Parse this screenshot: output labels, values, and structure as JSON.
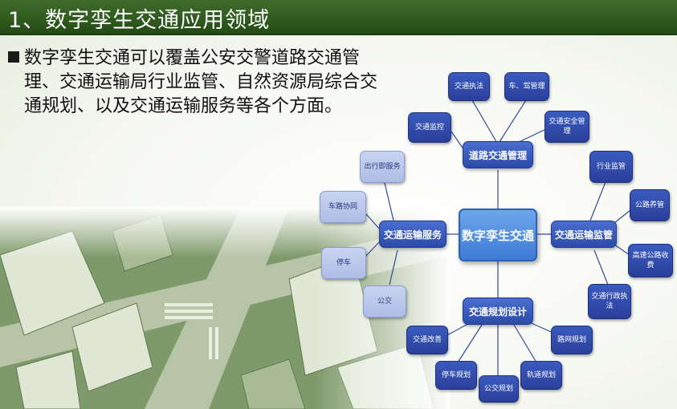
{
  "header": {
    "title": "1、数字孪生交通应用领域"
  },
  "body": {
    "text": "数字孪生交通可以覆盖公安交警道路交通管理、交通运输局行业监管、自然资源局综合交通规划、以及交通运输服务等各个方面。"
  },
  "diagram": {
    "center": "数字孪生交通",
    "hubs": {
      "road": "道路交通管理",
      "supervision": "交通运输监管",
      "planning": "交通规划设计",
      "service": "交通运输服务"
    },
    "road_items": [
      "交通执法",
      "车、驾管理",
      "交通安全管理",
      "交通监控"
    ],
    "supervision_items": [
      "行业监管",
      "公路养管",
      "高速公路收费",
      "交通行政执法"
    ],
    "planning_items": [
      "交通改善",
      "停车规划",
      "公交规划",
      "轨道规划",
      "路网规划"
    ],
    "service_items": [
      "出行即服务",
      "车路协同",
      "停车",
      "公交"
    ]
  },
  "colors": {
    "title_bar": "#2f5a1e",
    "node_dark": "#2a3f9a",
    "node_light": "#b8c6ea",
    "center": "#4a8ae0"
  }
}
